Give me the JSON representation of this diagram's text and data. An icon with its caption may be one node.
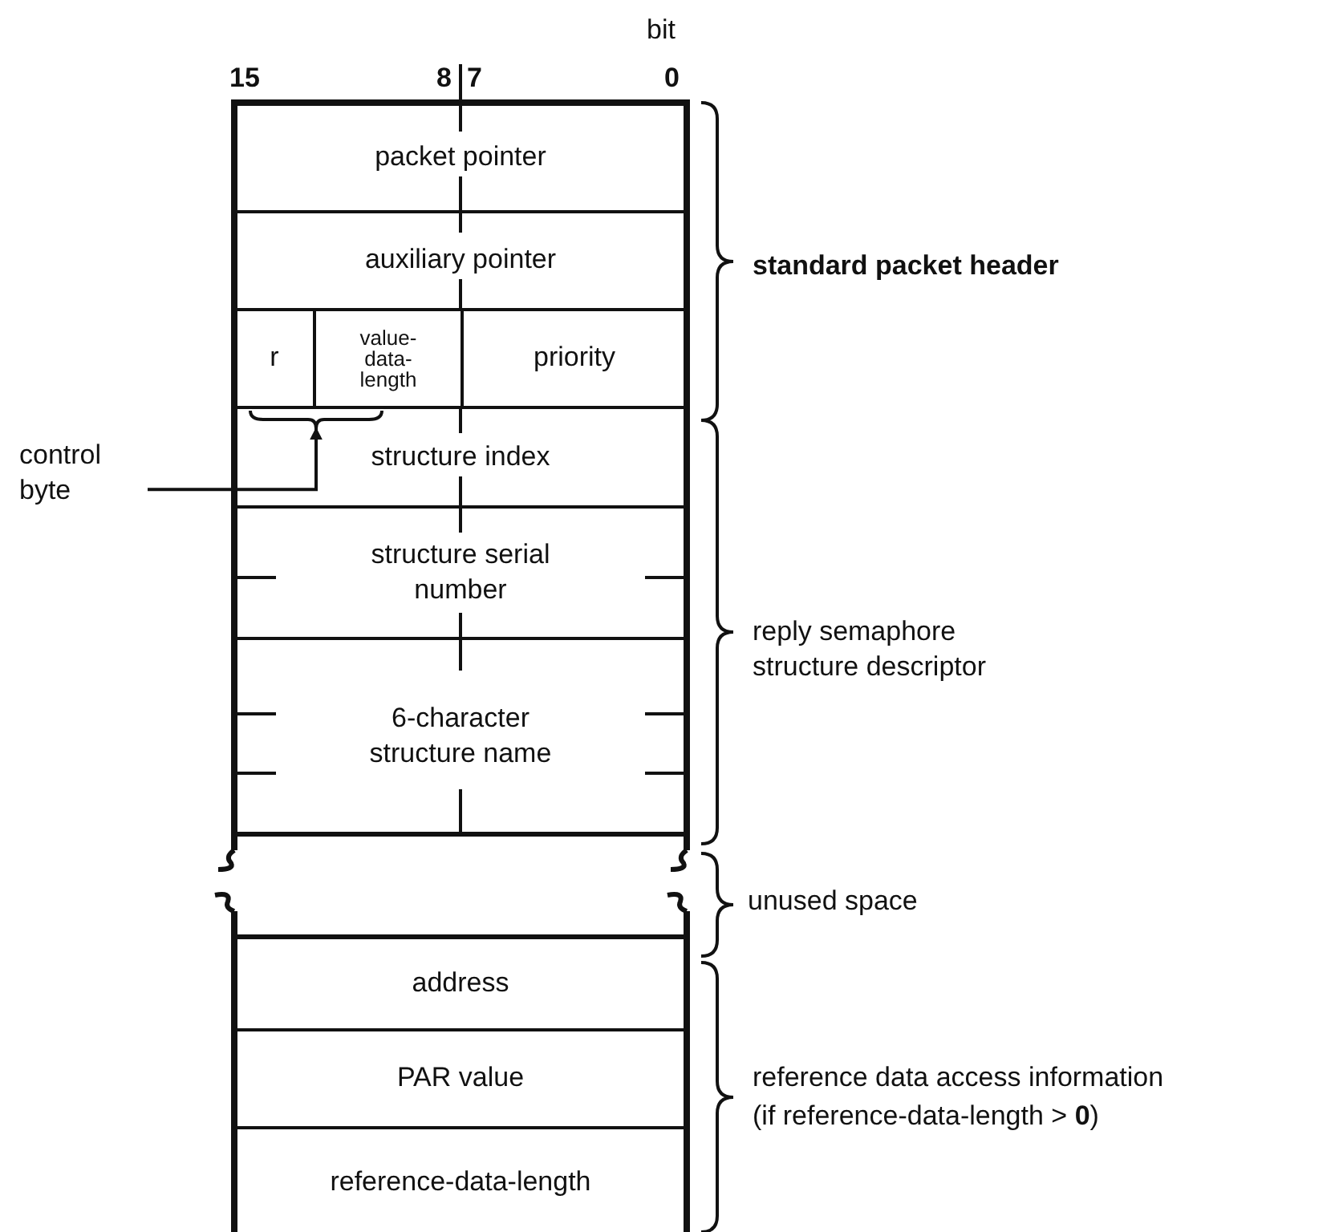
{
  "diagram": {
    "nodes": [
      {
        "text": [
          "packet pointer"
        ]
      },
      {
        "text": [
          "auxiliary pointer"
        ]
      },
      {
        "text": [
          "r"
        ]
      },
      {
        "text": [
          "value-data-length"
        ]
      },
      {
        "text": [
          "priority"
        ]
      },
      {
        "text": [],
        "shape": "bracket",
        "in": 7
      },
      {
        "text": [
          "control byte"
        ]
      },
      {
        "text": [
          "structure index"
        ]
      },
      {
        "text": [
          "structure serial number"
        ]
      },
      {
        "text": [
          "6-character structure name"
        ]
      },
      {
        "text": [],
        "shape": "box"
      },
      {
        "text": [
          "address"
        ]
      },
      {
        "text": [
          "PAR value"
        ]
      },
      {
        "text": [
          "reference-data-length"
        ]
      }
    ],
    "edges": [
      {
        "from": 6,
        "to": 5,
        "arrow": "to"
      }
    ],
    "labels": [
      "bit",
      "15",
      "8",
      "7",
      "0",
      "standard packet header",
      "reply semaphore structure descriptor",
      "unused space",
      "reference data access information",
      "(if reference-data-length > **0**)"
    ]
  }
}
